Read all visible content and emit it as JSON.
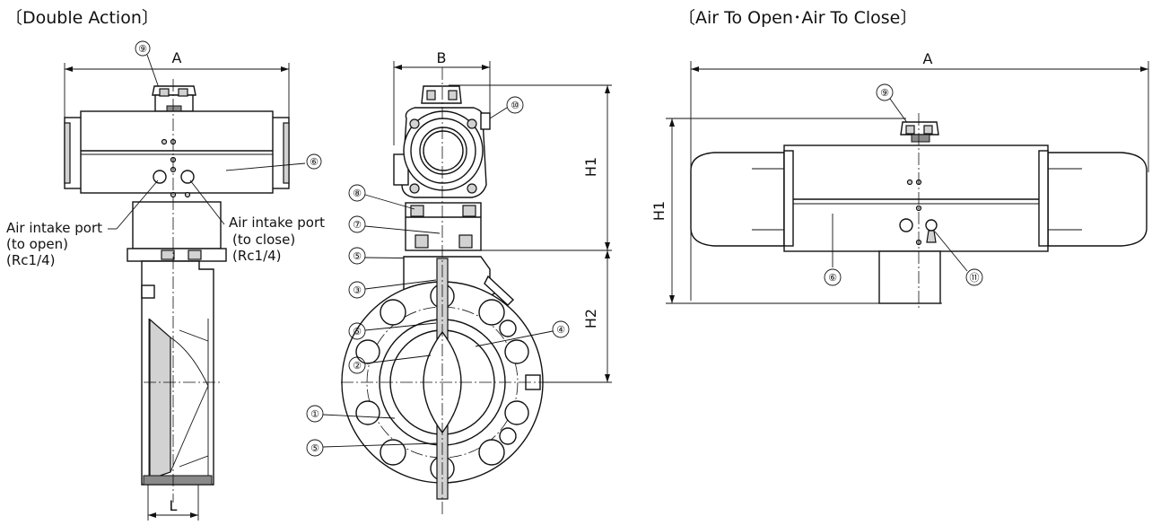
{
  "titles": {
    "left": "〔Double Action〕",
    "right": "〔Air To Open･Air To Close〕"
  },
  "dimensions": {
    "A": "A",
    "B": "B",
    "L": "L",
    "H1": "H1",
    "H2": "H2"
  },
  "callouts": {
    "c1": "①",
    "c2": "②",
    "c3": "③",
    "c4": "④",
    "c5": "⑤",
    "c6": "⑥",
    "c7": "⑦",
    "c8": "⑧",
    "c9": "⑨",
    "c10": "⑩",
    "c11": "⑪"
  },
  "ports": {
    "open": [
      "Air intake port",
      "(to open)",
      "(Rc1/4)"
    ],
    "close": [
      "Air intake port",
      "(to close)",
      "(Rc1/4)"
    ]
  }
}
